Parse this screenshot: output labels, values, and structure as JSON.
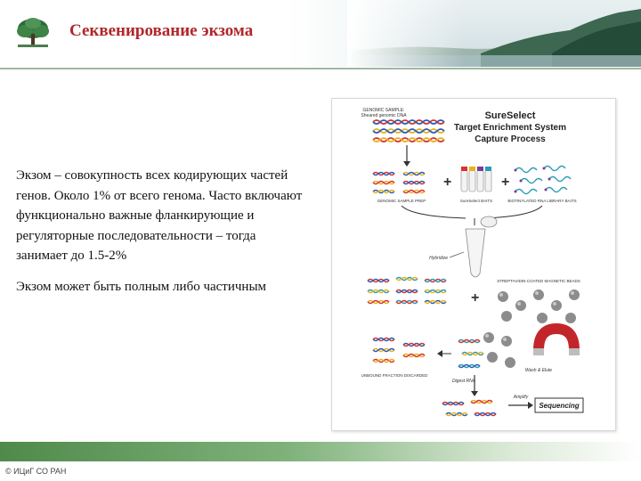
{
  "header": {
    "title": "Секвенирование экзома",
    "logo_icon": "tree-logo-icon"
  },
  "content": {
    "paragraph1": "Экзом – совокупность всех кодирующих частей генов. Около 1% от всего генома. Часто включают функционально важные фланкирующие и регуляторные последовательности – тогда занимает до  1.5-2%",
    "paragraph2": "Экзом может быть полным либо частичным"
  },
  "figure": {
    "title_line1": "SureSelect",
    "title_line2": "Target Enrichment System",
    "title_line3": "Capture Process",
    "genomic_sample_line1": "GENOMIC SAMPLE:",
    "genomic_sample_line2": "Sheared genomic DNA",
    "prep_kit_label": "GENOMIC SAMPLE PREP",
    "tags_label": "SureSelect BAITS",
    "baits_label": "BIOTINYLATED RNA LIBRARY BAITS",
    "hybridize_label": "Hybridize",
    "beads_label": "STREPTAVIDIN-COATED MAGNETIC BEADS",
    "wash_label": "Wash & Elute",
    "unbound_label": "UNBOUND FRACTION DISCARDED",
    "digest_label": "Digest RNA",
    "amplify_label": "Amplify",
    "sequencing_label": "Sequencing",
    "colors": {
      "dna_red": "#d8322c",
      "dna_blue": "#2a5db0",
      "dna_yellow": "#e8b21c",
      "bait_teal": "#2a9bb5",
      "magnet_red": "#c3262a"
    }
  },
  "footer": {
    "copyright": "© ИЦиГ СО РАН"
  }
}
